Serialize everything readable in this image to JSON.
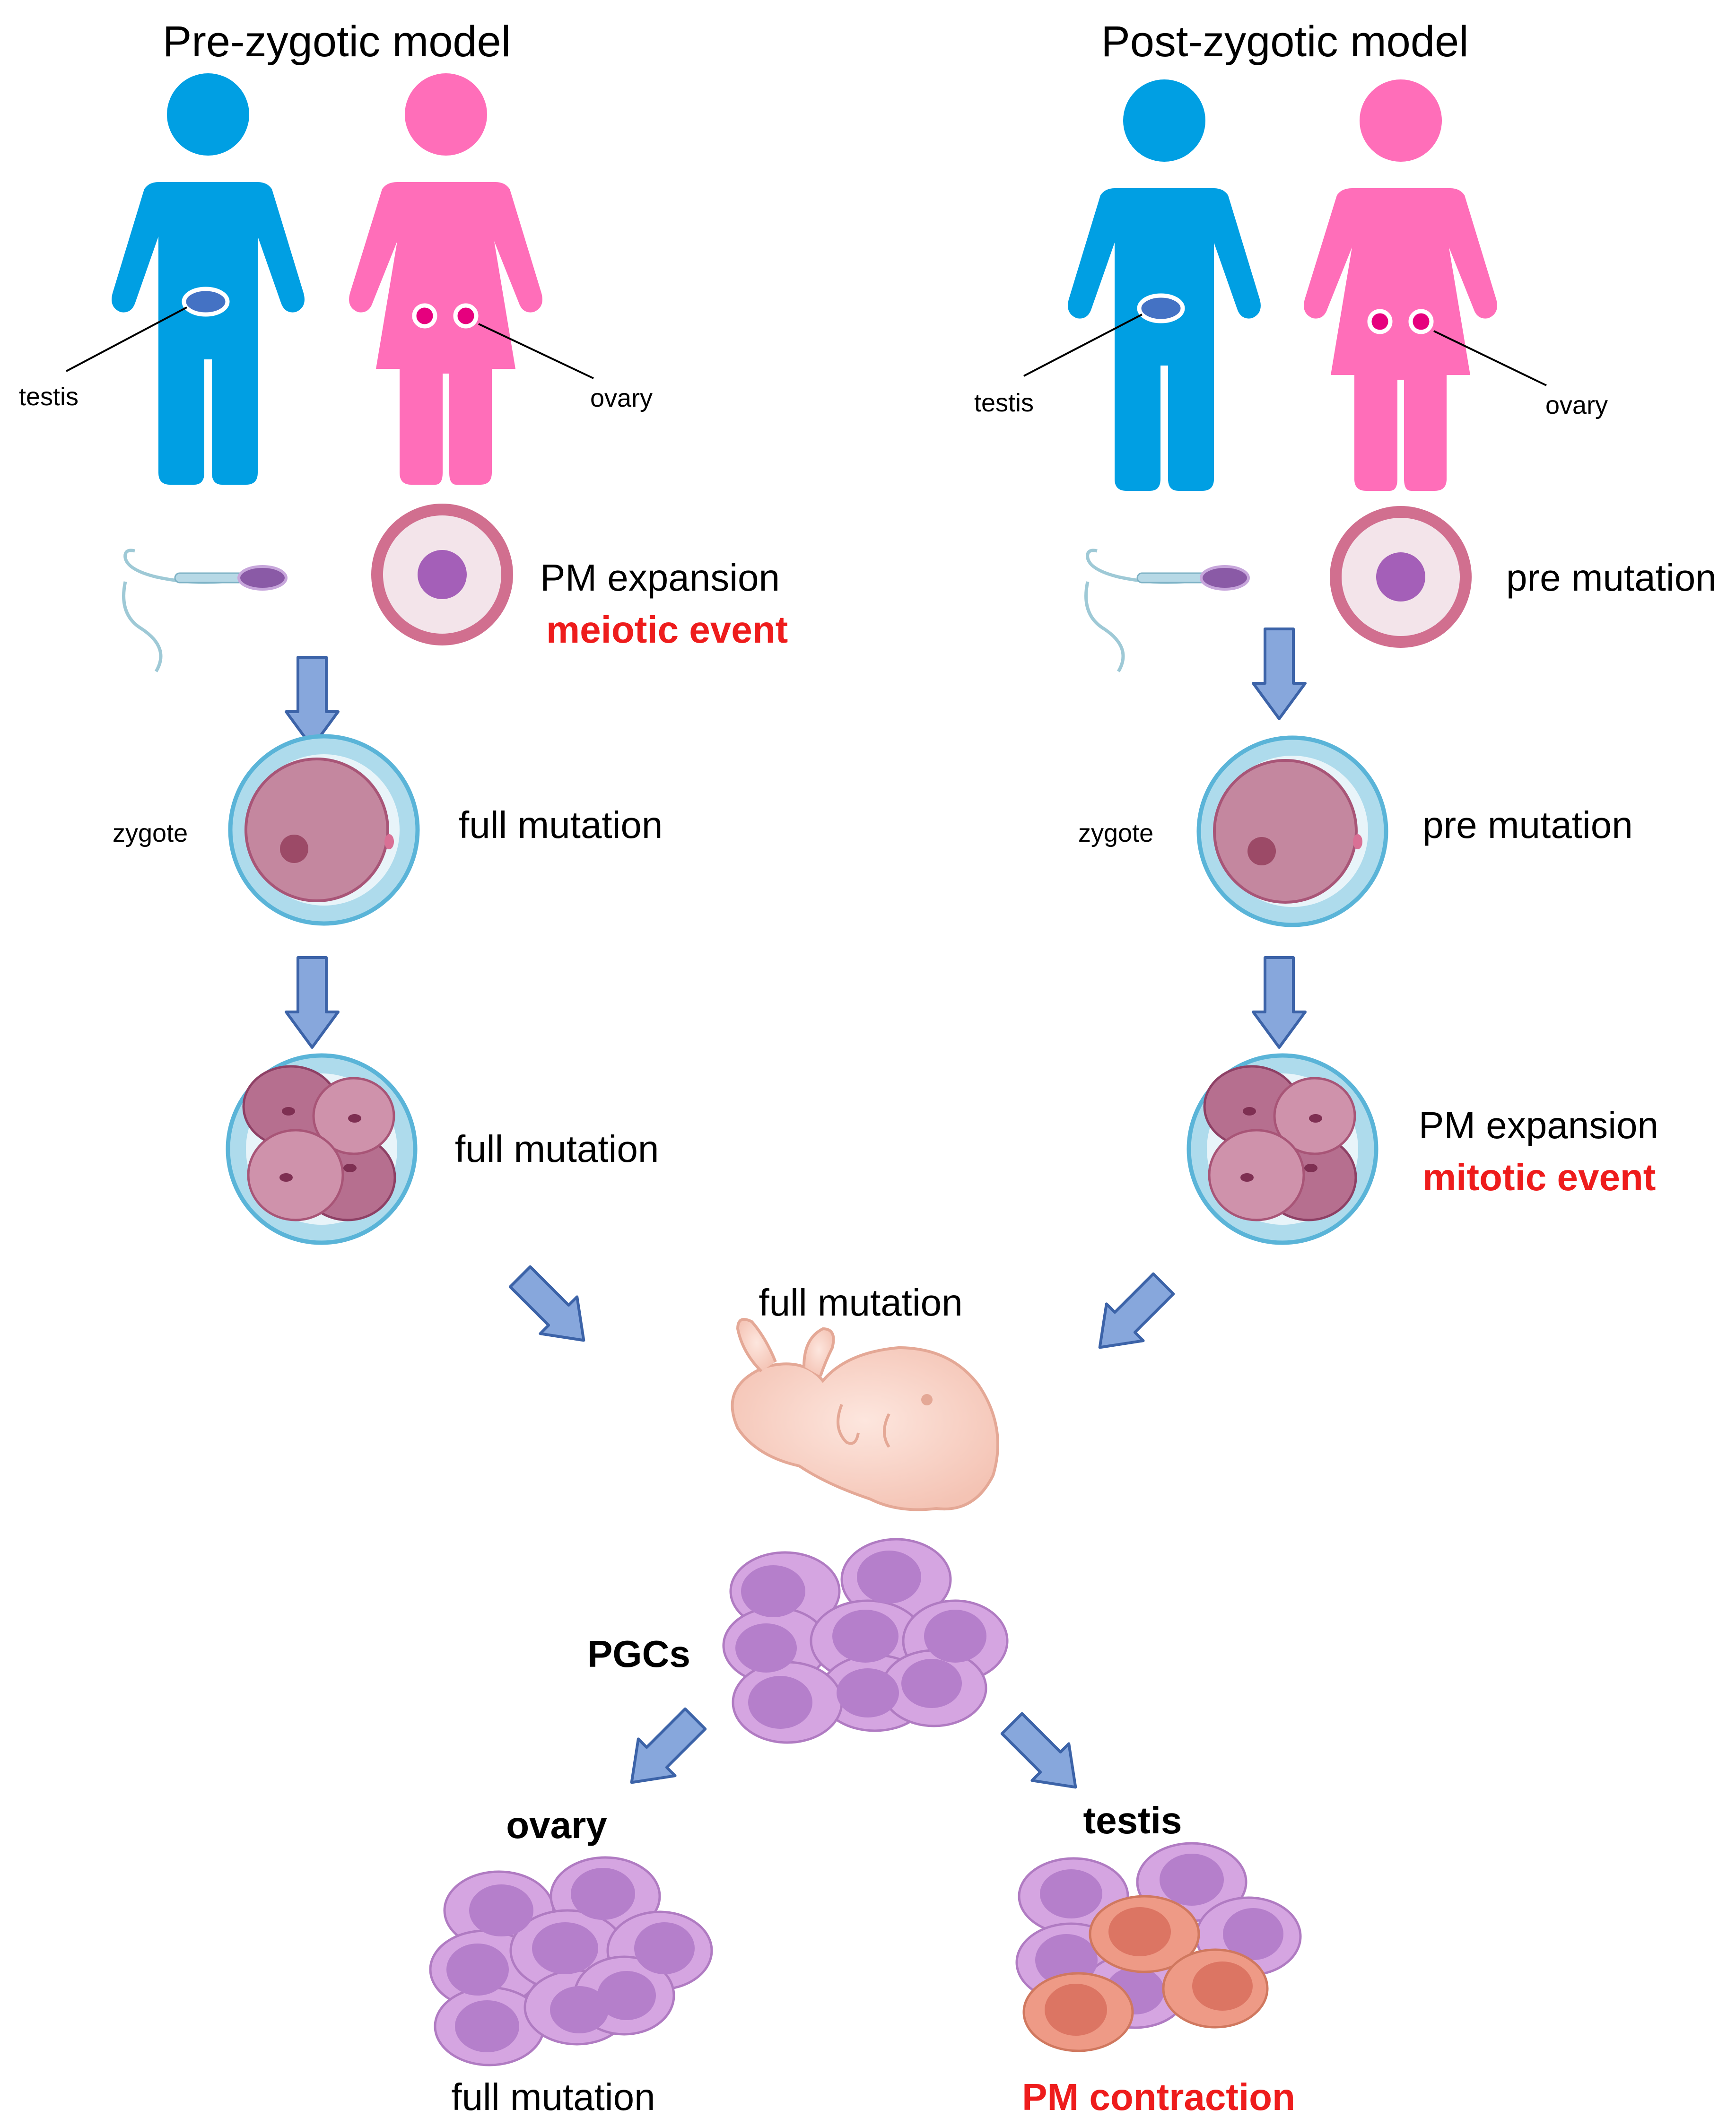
{
  "left": {
    "title": "Pre-zygotic model",
    "testis_label": "testis",
    "ovary_label": "ovary",
    "gamete_state": "PM expansion",
    "gamete_event": "meiotic event",
    "zygote_label": "zygote",
    "zygote_state": "full mutation",
    "embryo_state": "full mutation"
  },
  "right": {
    "title": "Post-zygotic model",
    "testis_label": "testis",
    "ovary_label": "ovary",
    "gamete_state": "pre mutation",
    "zygote_label": "zygote",
    "zygote_state": "pre mutation",
    "embryo_state": "PM expansion",
    "embryo_event": "mitotic event"
  },
  "center": {
    "fetus_state": "full mutation",
    "pgcs_label": "PGCs"
  },
  "bottom": {
    "ovary_label": "ovary",
    "ovary_state": "full mutation",
    "testis_label": "testis",
    "testis_state": "PM contraction"
  },
  "colors": {
    "male": "#009fe3",
    "female": "#ff6eb9",
    "arrow": "#87a7dc",
    "arrow_outline": "#3c63a8",
    "event_text": "#ee1c1c",
    "pgc_cell": "#d5a5e1",
    "contracted_cell": "#ee9a86"
  }
}
